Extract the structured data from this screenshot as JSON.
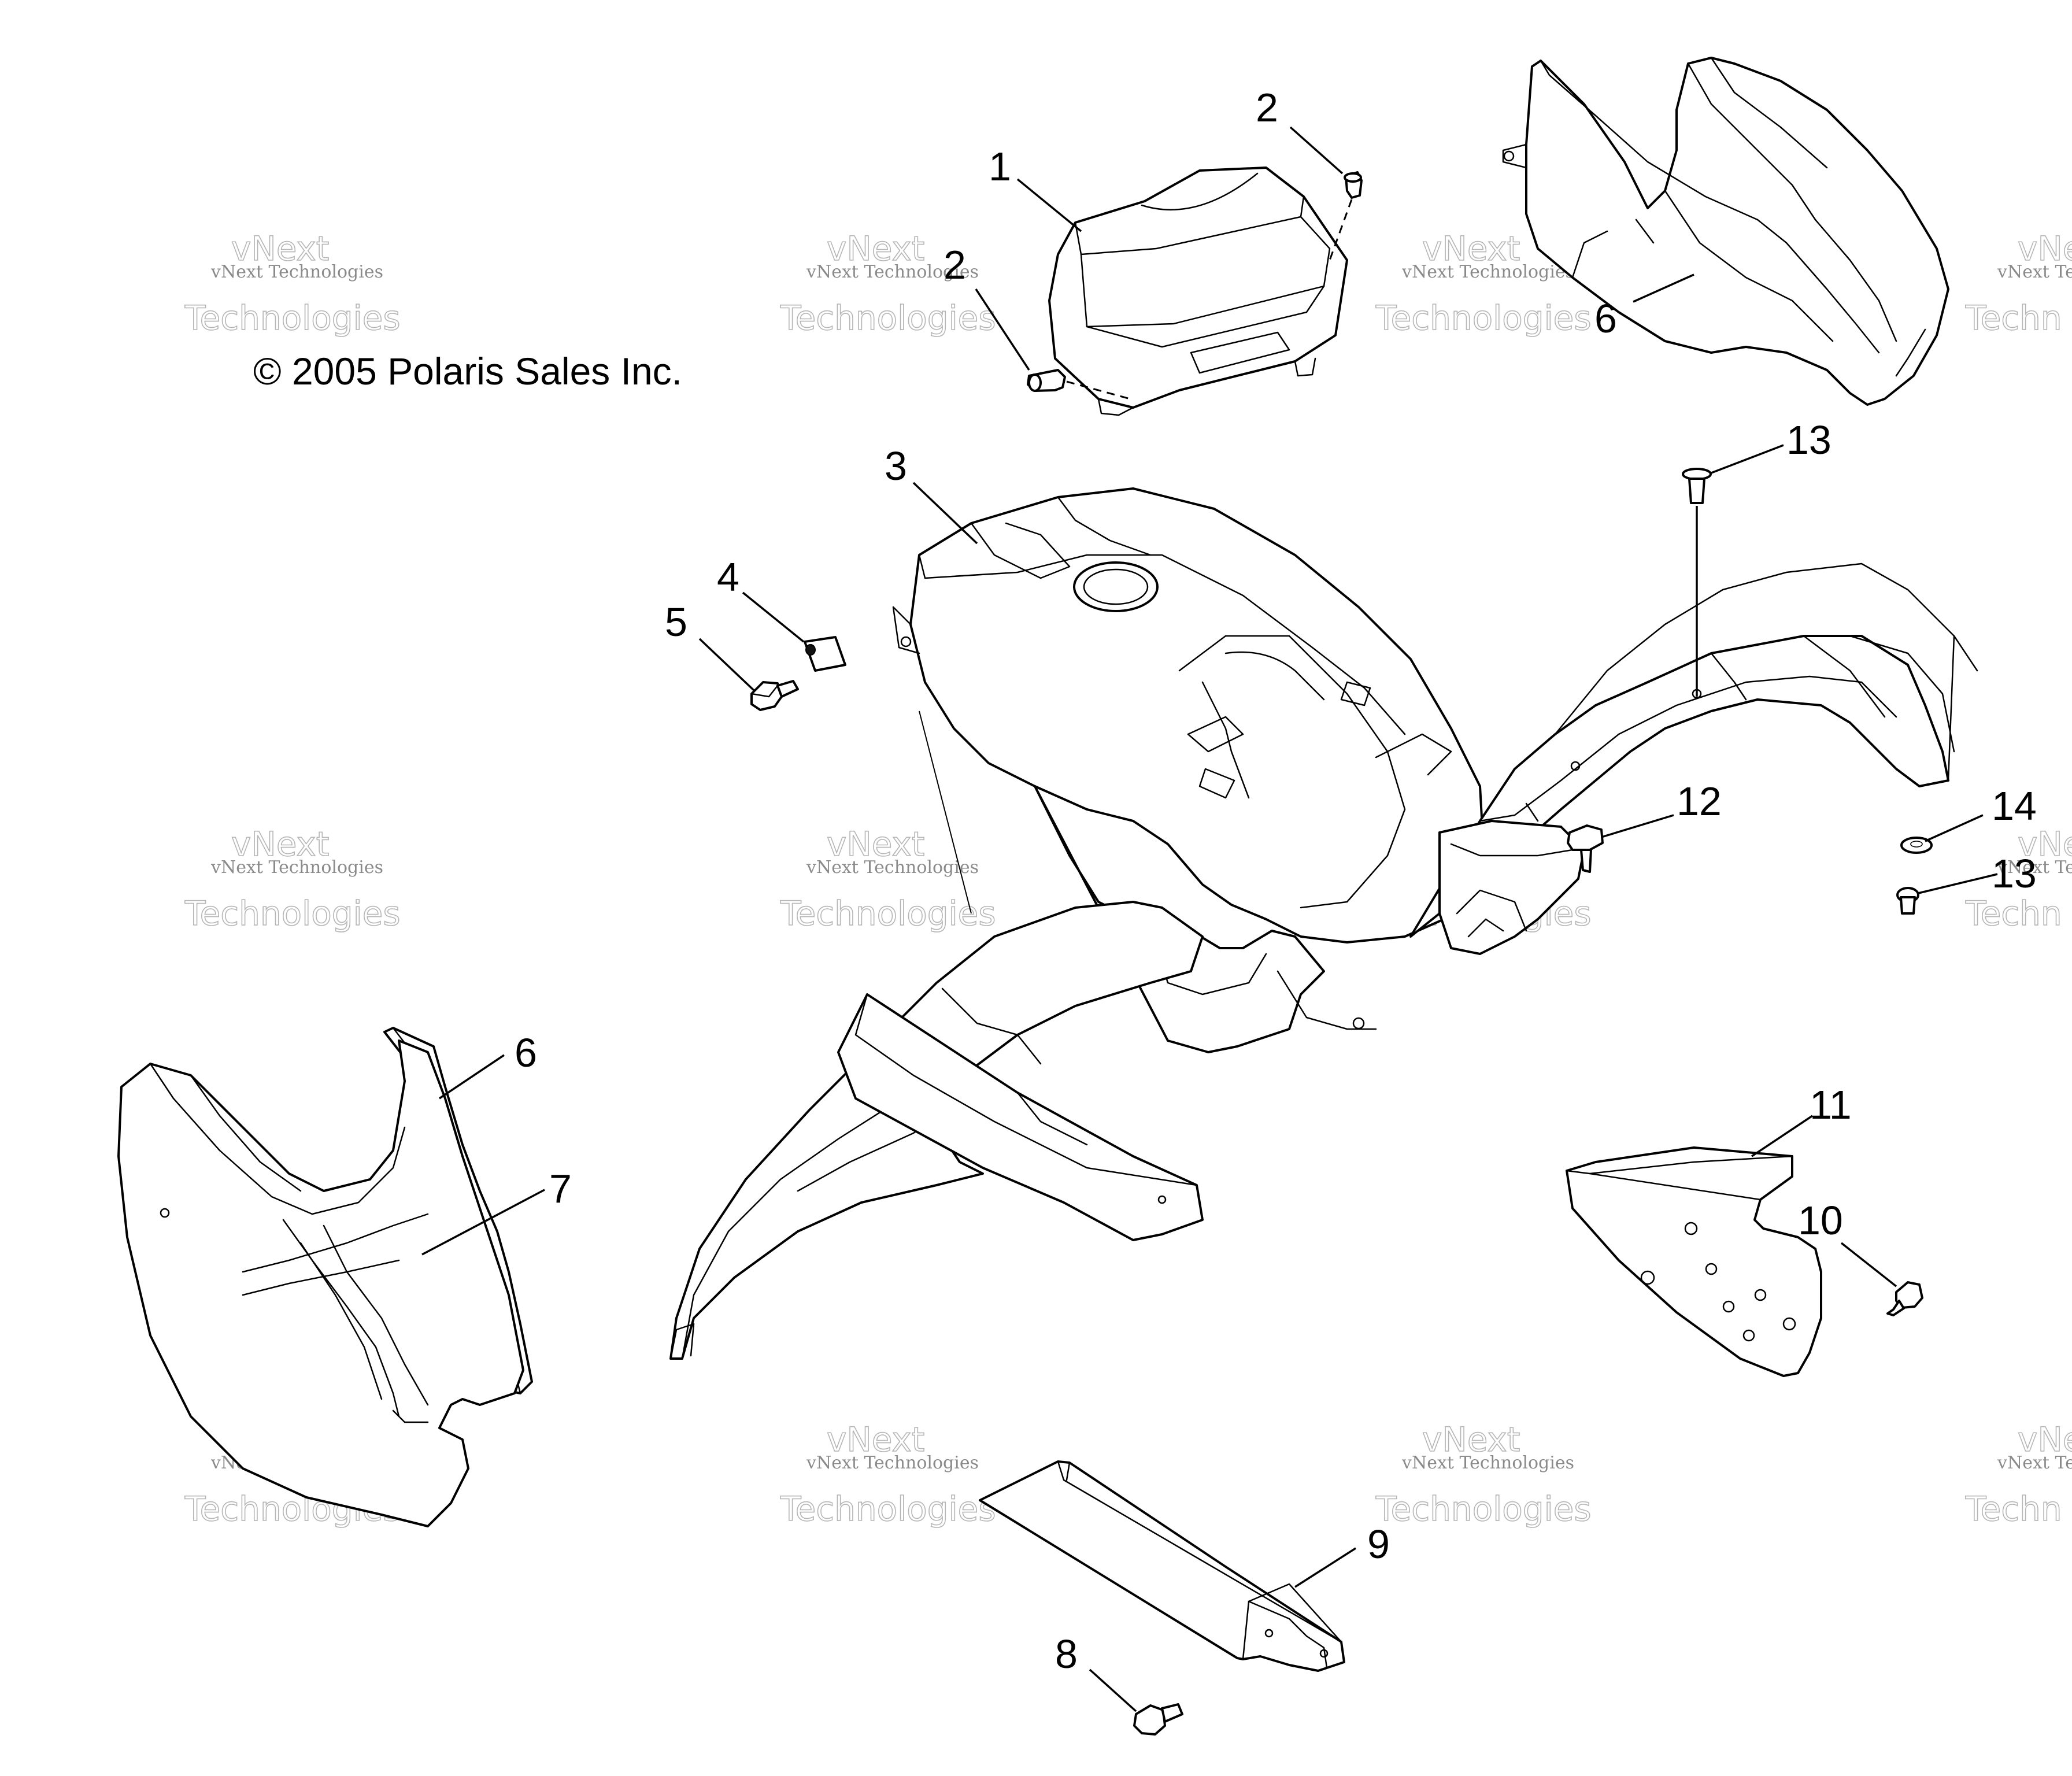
{
  "copyright": "© 2005 Polaris Sales Inc.",
  "watermark": {
    "small": "vNext Technologies",
    "big_top": "vNext",
    "big_bottom": "Technologies",
    "small_cut": "vNext Te",
    "big_top_cut": "vNe",
    "big_bottom_cut": "Techn"
  },
  "callouts": {
    "c1": "1",
    "c2a": "2",
    "c2b": "2",
    "c3": "3",
    "c4": "4",
    "c5": "5",
    "c6a": "6",
    "c6b": "6",
    "c7": "7",
    "c8": "8",
    "c9": "9",
    "c10": "10",
    "c11": "11",
    "c12": "12",
    "c13a": "13",
    "c13b": "13",
    "c14": "14"
  },
  "colors": {
    "line": "#000000",
    "watermark": "#8a8a8a",
    "background": "#ffffff"
  }
}
